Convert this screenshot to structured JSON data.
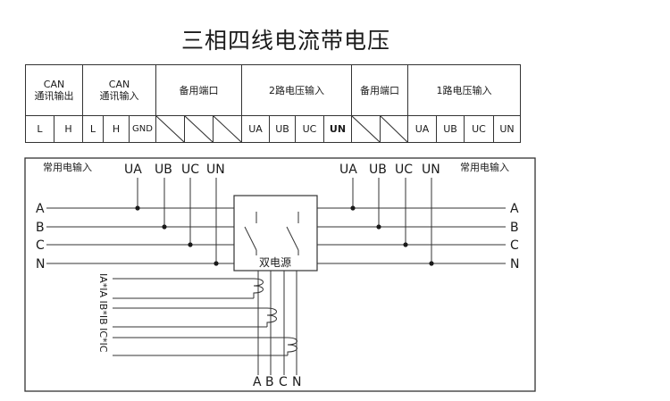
{
  "title": "三相四线电流带电压",
  "terminal_header": {
    "can_out_line1": "CAN",
    "can_out_line2": "通讯输出",
    "can_in_line1": "CAN",
    "can_in_line2": "通讯输入",
    "spare1": "备用端口",
    "v2_input": "2路电压输入",
    "spare2": "备用端口",
    "v1_input": "1路电压输入"
  },
  "pins": {
    "out_l": "L",
    "out_h": "H",
    "in_l": "L",
    "in_h": "H",
    "in_gnd": "GND",
    "v2_ua": "UA",
    "v2_ub": "UB",
    "v2_uc": "UC",
    "v2_un": "UN",
    "v1_ua": "UA",
    "v1_ub": "UB",
    "v1_uc": "UC",
    "v1_un": "UN"
  },
  "diagram": {
    "left_supply": "常用电输入",
    "right_supply": "常用电输入",
    "left_ua": "UA",
    "left_ub": "UB",
    "left_uc": "UC",
    "left_un": "UN",
    "right_ua": "UA",
    "right_ub": "UB",
    "right_uc": "UC",
    "right_un": "UN",
    "phase_a_left": "A",
    "phase_b_left": "B",
    "phase_c_left": "C",
    "phase_n_left": "N",
    "phase_a_right": "A",
    "phase_b_right": "B",
    "phase_c_right": "C",
    "phase_n_right": "N",
    "dual_source": "双电源",
    "ct_label": "IA*IA IB*IB IC*IC",
    "bottom_a": "A",
    "bottom_b": "B",
    "bottom_c": "C",
    "bottom_n": "N"
  }
}
